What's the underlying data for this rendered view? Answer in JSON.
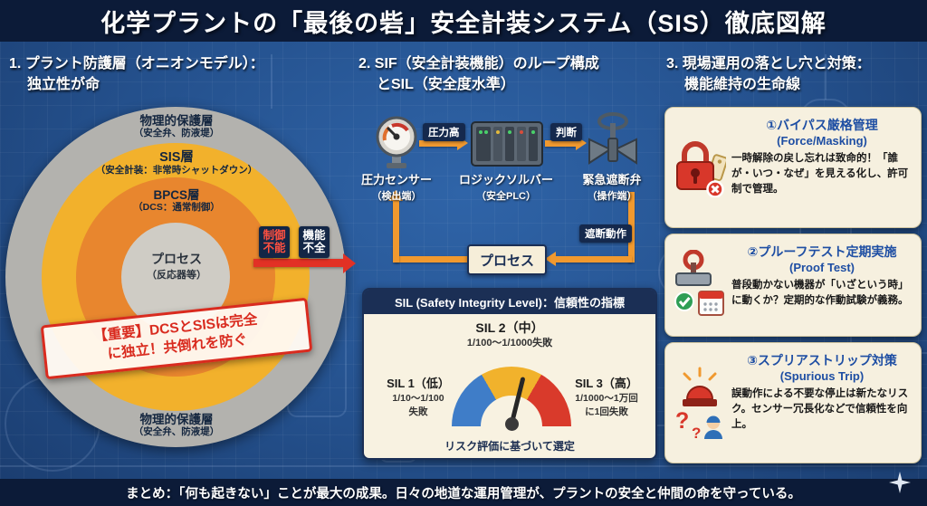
{
  "title": "化学プラントの「最後の砦」安全計装システム（SIS）徹底図解",
  "summary": "まとめ：「何も起きない」ことが最大の成果。日々の地道な運用管理が、プラントの安全と仲間の命を守っている。",
  "accent_colors": {
    "navy": "#0c1b38",
    "blueprint": "#24508c",
    "sis_yellow": "#f2b12c",
    "bpcs_orange": "#e8862e",
    "alert_red": "#d8372a",
    "cream": "#f6f0df"
  },
  "col1": {
    "heading_line1": "1. プラント防護層（オニオンモデル）：",
    "heading_line2": "独立性が命",
    "onion": {
      "outer_top": {
        "label": "物理的保護層",
        "sub": "（安全弁、防液堤）"
      },
      "sis": {
        "label": "SIS層",
        "sub": "（安全計装：非常時シャットダウン）"
      },
      "bpcs": {
        "label": "BPCS層",
        "sub": "（DCS：通常制御）"
      },
      "core": {
        "label": "プロセス",
        "sub": "（反応器等）"
      },
      "outer_bottom": {
        "label": "物理的保護層",
        "sub": "（安全弁、防液堤）"
      },
      "failure1": "制御不能",
      "failure2": "機能不全",
      "stamp_line1": "【重要】DCSとSISは完全",
      "stamp_line2": "に独立！共倒れを防ぐ"
    }
  },
  "col2": {
    "heading_line1": "2. SIF（安全計装機能）のループ構成",
    "heading_line2": "とSIL（安全度水準）",
    "loop": {
      "sensor": {
        "label": "圧力センサー",
        "sub": "（検出端）"
      },
      "arrow1": "圧力高",
      "solver": {
        "label": "ロジックソルバー",
        "sub": "（安全PLC）"
      },
      "arrow2": "判断",
      "valve": {
        "label": "緊急遮断弁",
        "sub": "（操作端）"
      },
      "arrow3": "遮断動作",
      "process": "プロセス"
    },
    "sil": {
      "header": "SIL (Safety Integrity Level)：信頼性の指標",
      "sil2": {
        "label": "SIL 2（中）",
        "sub": "1/100〜1/1000失敗"
      },
      "sil1": {
        "label": "SIL 1（低）",
        "sub1": "1/10〜1/100",
        "sub2": "失敗"
      },
      "sil3": {
        "label": "SIL 3（高）",
        "sub1": "1/1000〜1万回",
        "sub2": "に1回失敗"
      },
      "footer": "リスク評価に基づいて選定"
    }
  },
  "col3": {
    "heading_line1": "3. 現場運用の落とし穴と対策：",
    "heading_line2": "機能維持の生命線",
    "cards": [
      {
        "title": "①バイパス厳格管理",
        "subtitle": "(Force/Masking)",
        "body": "一時解除の戻し忘れは致命的！「誰が・いつ・なぜ」を見える化し、許可制で管理。"
      },
      {
        "title": "②プルーフテスト定期実施",
        "subtitle": "(Proof Test)",
        "body": "普段動かない機器が「いざという時」に動くか？定期的な作動試験が義務。"
      },
      {
        "title": "③スプリアストリップ対策",
        "subtitle": "(Spurious Trip)",
        "body": "誤動作による不要な停止は新たなリスク。センサー冗長化などで信頼性を向上。"
      }
    ]
  }
}
